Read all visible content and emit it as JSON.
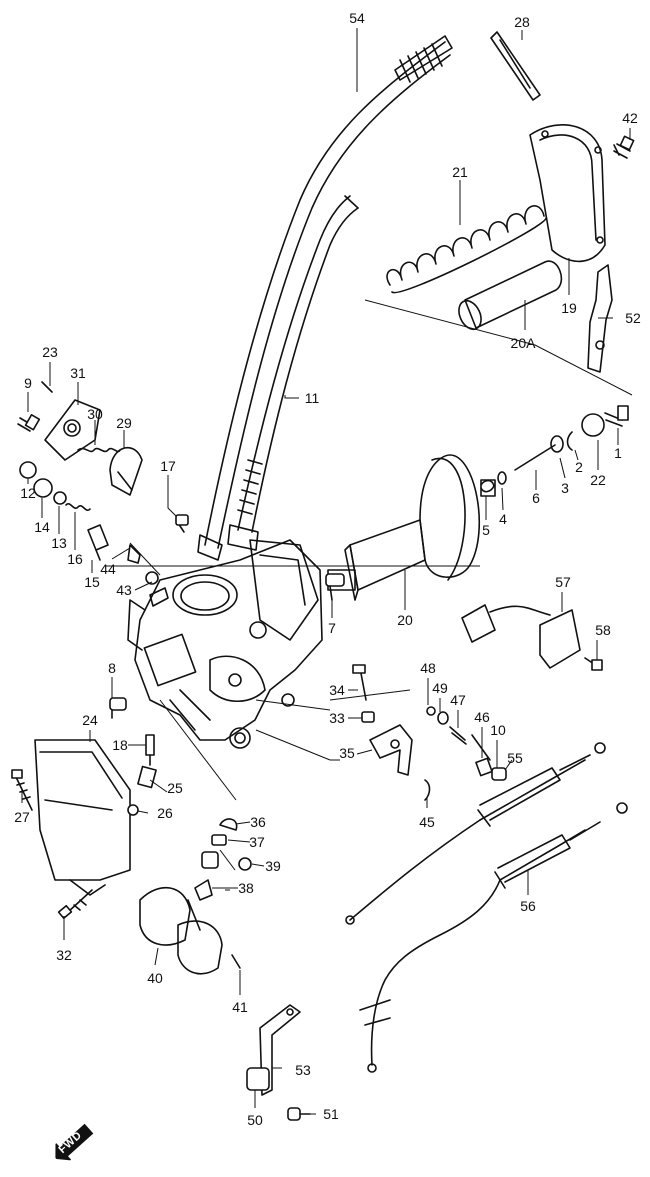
{
  "diagram": {
    "fwd_label": "FWD",
    "callouts": [
      "54",
      "28",
      "42",
      "21",
      "19",
      "52",
      "20A",
      "23",
      "9",
      "31",
      "30",
      "29",
      "11",
      "1",
      "22",
      "3",
      "2",
      "6",
      "4",
      "5",
      "17",
      "12",
      "14",
      "13",
      "16",
      "15",
      "44",
      "43",
      "7",
      "20",
      "57",
      "58",
      "8",
      "34",
      "48",
      "49",
      "47",
      "46",
      "10",
      "55",
      "24",
      "18",
      "33",
      "35",
      "25",
      "26",
      "45",
      "27",
      "36",
      "37",
      "39",
      "38",
      "56",
      "32",
      "40",
      "41",
      "53",
      "50",
      "51"
    ]
  }
}
